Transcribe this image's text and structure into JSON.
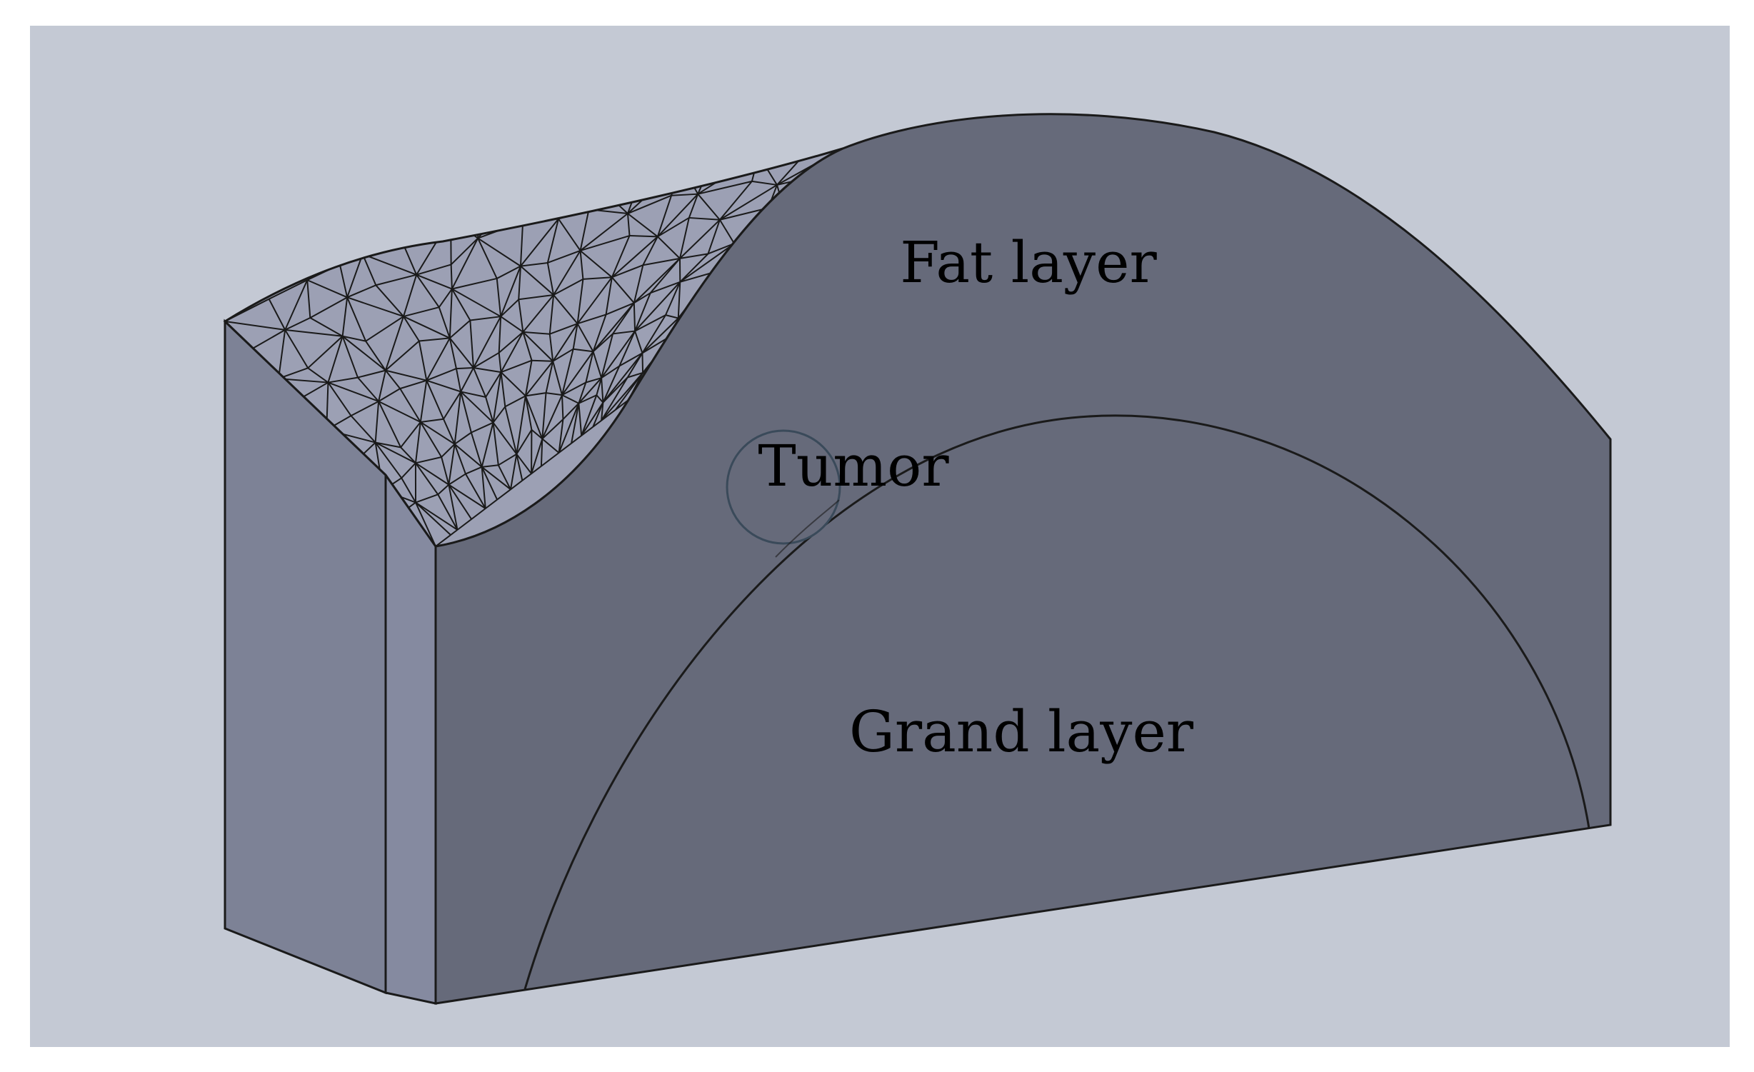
{
  "figure": {
    "labels": {
      "fat": "Fat layer",
      "tumor": "Tumor",
      "grand": "Grand layer"
    },
    "colors": {
      "viewport_background": "#c4c9d4",
      "front_face": "#666a7a",
      "left_face": "#7d8296",
      "side_strip": "#858aa0",
      "top_mesh_fill": "#9ca0b4",
      "edge_line": "#1a1a1a",
      "tumor_outline": "#3a4a5a"
    }
  }
}
